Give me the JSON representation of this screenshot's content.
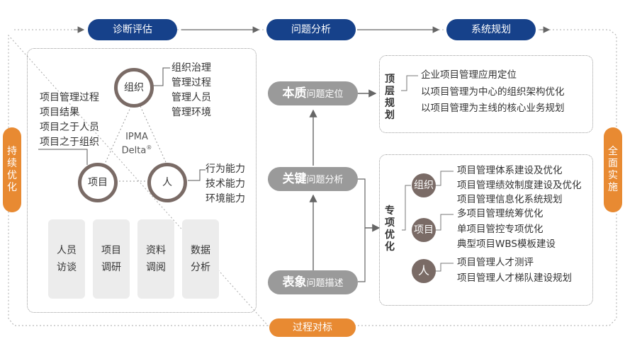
{
  "flow": {
    "step1": "诊断评估",
    "step2": "问题分析",
    "step3": "系统规划"
  },
  "side": {
    "left": "持续优化",
    "right": "全面实施",
    "bottom": "过程对标"
  },
  "triangle": {
    "org": "组织",
    "project": "项目",
    "person": "人",
    "center_line1": "IPMA",
    "center_line2": "Delta",
    "center_mark": "®",
    "org_items": [
      "组织治理",
      "管理过程",
      "管理人员",
      "管理环境"
    ],
    "project_items": [
      "项目管理过程",
      "项目结果",
      "项目之于人员",
      "项目之于组织"
    ],
    "person_items": [
      "行为能力",
      "技术能力",
      "环境能力"
    ]
  },
  "methods": [
    {
      "line1": "人员",
      "line2": "访谈"
    },
    {
      "line1": "项目",
      "line2": "调研"
    },
    {
      "line1": "资料",
      "line2": "调阅"
    },
    {
      "line1": "数据",
      "line2": "分析"
    }
  ],
  "analysis": {
    "essence_big": "本质",
    "essence_small": "问题定位",
    "key_big": "关键",
    "key_small": "问题分析",
    "surface_big": "表象",
    "surface_small": "问题描述"
  },
  "top_plan": {
    "label": "顶层规划",
    "items": [
      "企业项目管理应用定位",
      "以项目管理为中心的组织架构优化",
      "以项目管理为主线的核心业务规划"
    ]
  },
  "special": {
    "label": "专项优化",
    "groups": [
      {
        "tag": "组织",
        "items": [
          "项目管理体系建设及优化",
          "项目管理绩效制度建设及优化",
          "项目管理信息化系统规划"
        ]
      },
      {
        "tag": "项目",
        "items": [
          "多项目管理统筹优化",
          "单项目管控专项优化",
          "典型项目WBS模板建设"
        ]
      },
      {
        "tag": "人",
        "items": [
          "项目管理人才测评",
          "项目管理人才梯队建设规划"
        ]
      }
    ]
  },
  "colors": {
    "navy": "#16418a",
    "orange": "#e88a32",
    "grey": "#9a9a9a",
    "brown": "#7a6b66"
  }
}
